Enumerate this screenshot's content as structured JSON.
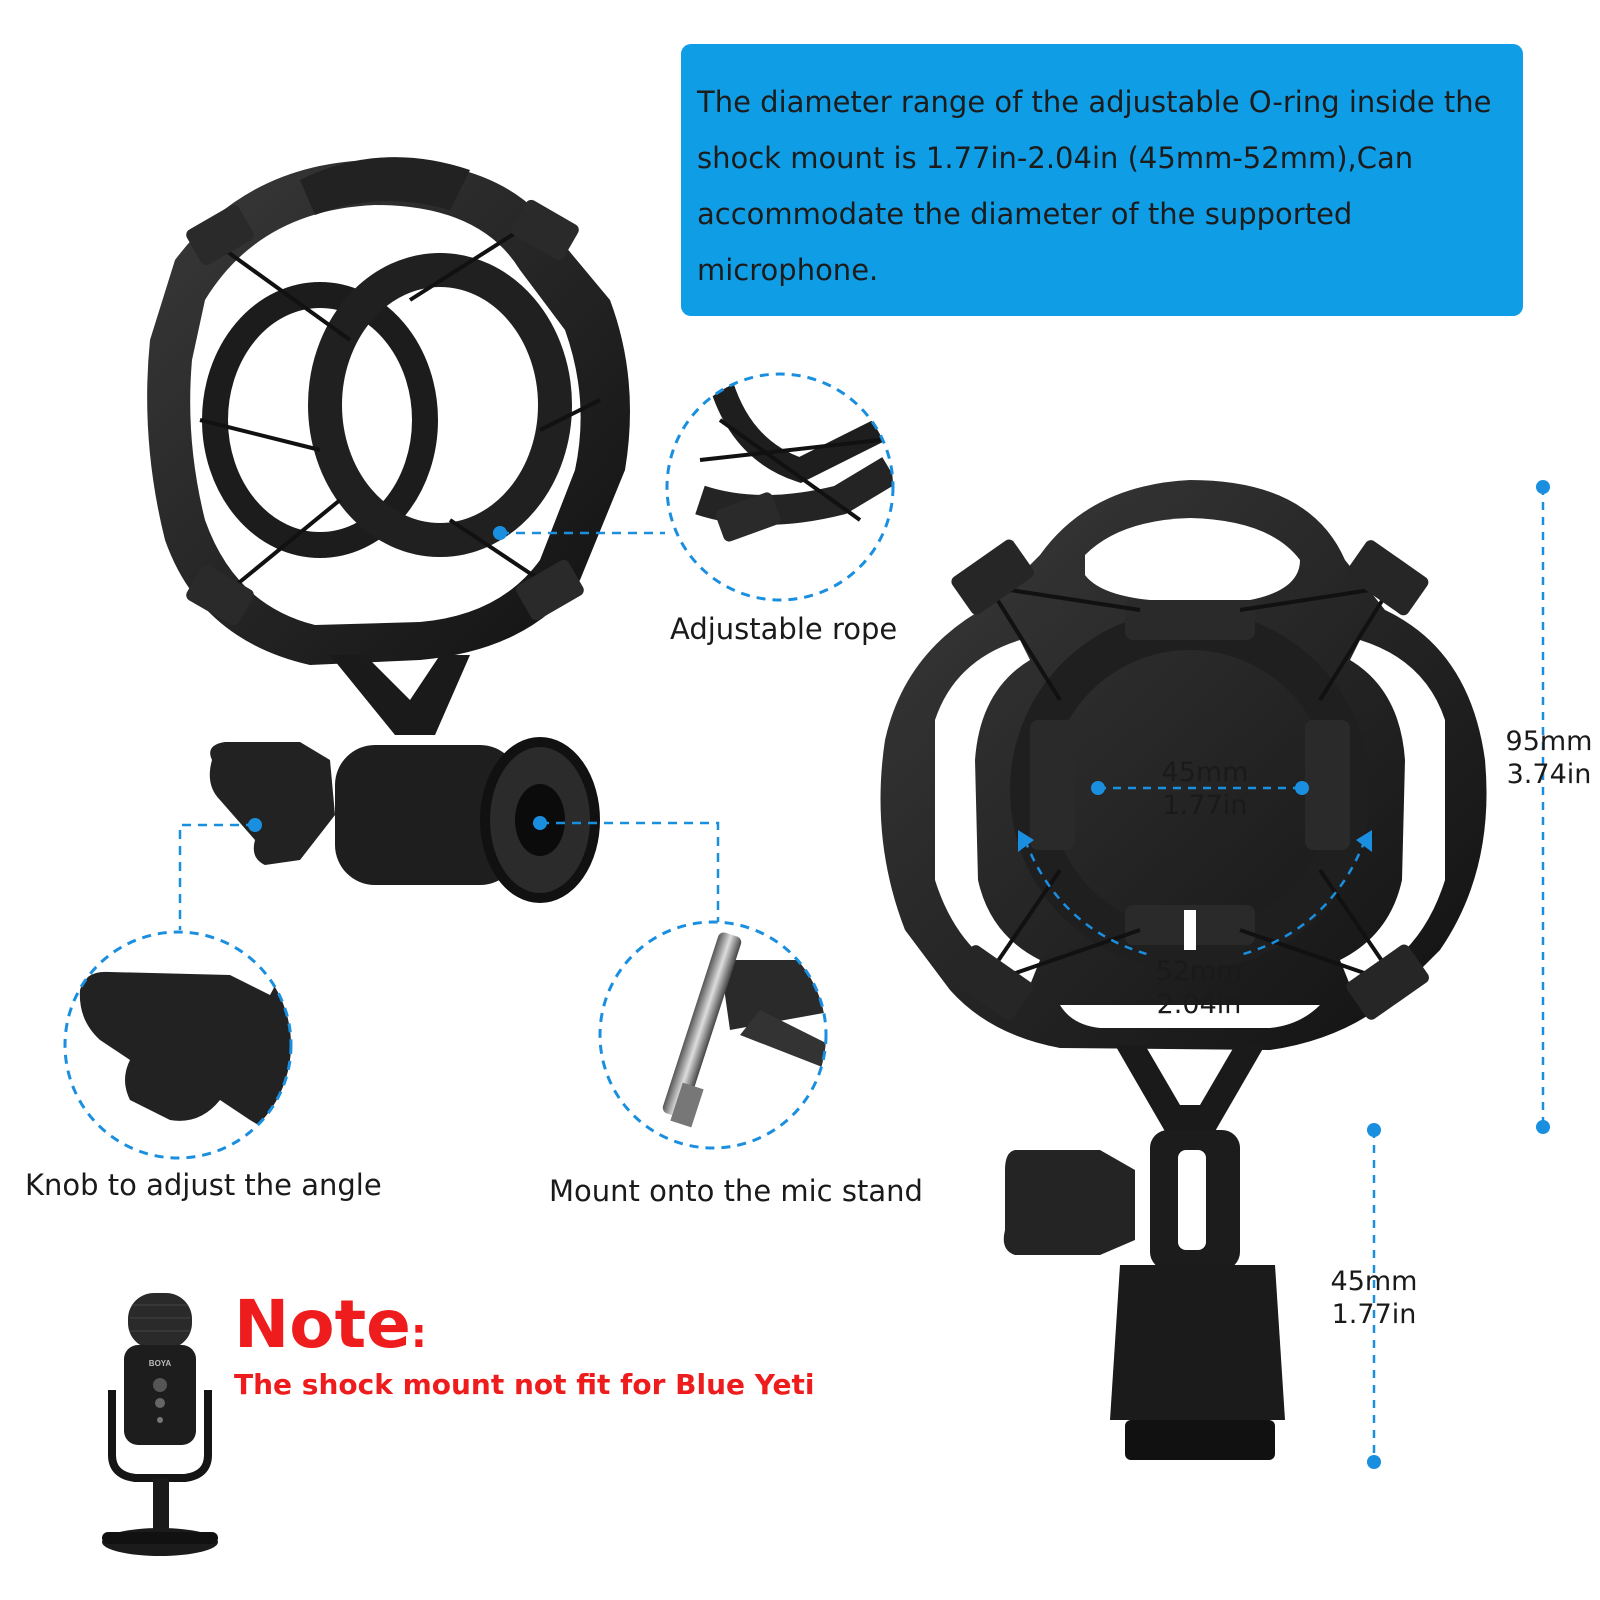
{
  "info_box": {
    "lines": [
      "The diameter range of the adjustable O-ring inside the",
      "shock mount is 1.77in-2.04in (45mm-52mm),Can",
      "accommodate the diameter of the supported",
      "microphone."
    ]
  },
  "callouts": {
    "rope": "Adjustable rope",
    "knob": "Knob to adjust the angle",
    "stand": "Mount onto the mic stand"
  },
  "dimensions": {
    "inner_small": {
      "mm": "45mm",
      "in": "1.77in"
    },
    "inner_large": {
      "mm": "52mm",
      "in": "2.04in"
    },
    "height": {
      "mm": "95mm",
      "in": "3.74in"
    },
    "base": {
      "mm": "45mm",
      "in": "1.77in"
    }
  },
  "note": {
    "title": "Note",
    "colon": ":",
    "text": "The shock mount not fit for Blue Yeti"
  },
  "mic_brand": "BOYA",
  "colors": {
    "info_bg": "#0f9ee6",
    "accent_dashes": "#1a8fe0",
    "note_red": "#ee1c1c",
    "product": "#1b1b1b"
  }
}
